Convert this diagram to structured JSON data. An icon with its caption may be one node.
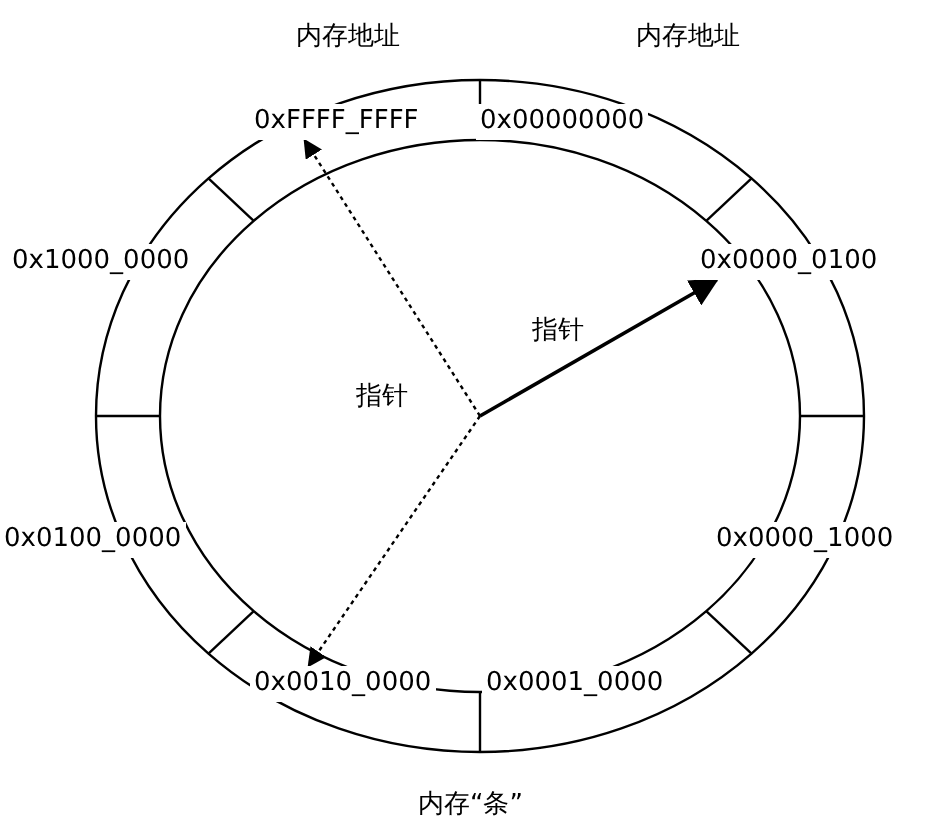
{
  "diagram": {
    "nodes": [
      {
        "text": [
          "0xFFFF_FFFF"
        ]
      },
      {
        "text": [
          "0x00000000"
        ]
      },
      {
        "text": [
          "0x1000_0000"
        ]
      },
      {
        "text": [
          "0x0000_0100"
        ]
      },
      {
        "text": [
          "0x0100_0000"
        ]
      },
      {
        "text": [
          "0x0000_1000"
        ]
      },
      {
        "text": [
          "0x0010_0000"
        ]
      },
      {
        "text": [
          "0x0001_0000"
        ]
      }
    ],
    "edges": [
      {
        "from": null,
        "to": 3,
        "arrow": "to",
        "label": "指针"
      },
      {
        "from": null,
        "to": 0,
        "arrow": "to",
        "style": "dashed",
        "label": "指针"
      },
      {
        "from": null,
        "to": 6,
        "arrow": "to",
        "style": "dashed"
      }
    ],
    "labels": [
      "内存地址",
      "内存地址",
      "内存“条”"
    ]
  }
}
